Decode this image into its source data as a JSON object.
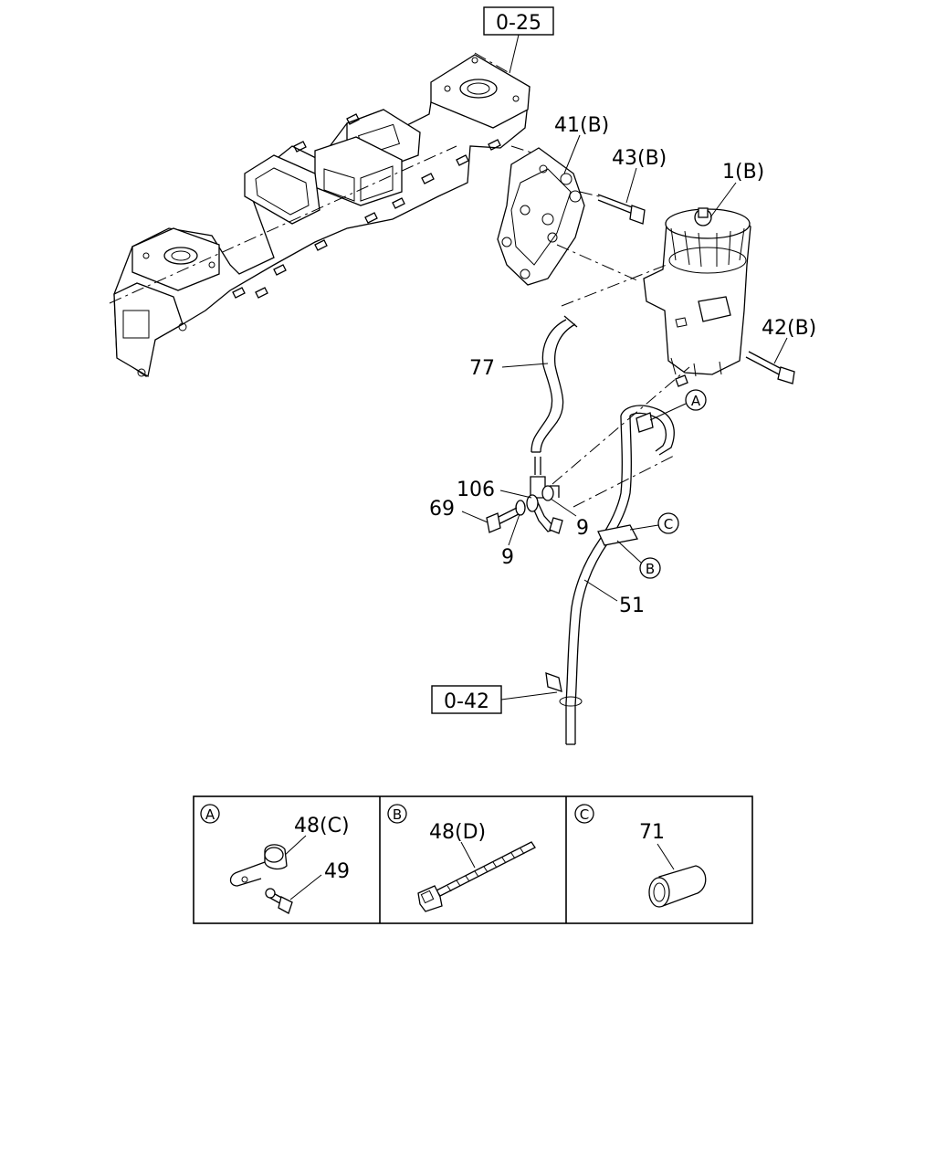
{
  "refs": {
    "ref_top": "0-25",
    "ref_bottom": "0-42"
  },
  "parts": {
    "p41": "41(B)",
    "p43": "43(B)",
    "p1": "1(B)",
    "p42": "42(B)",
    "p77": "77",
    "p106": "106",
    "p69": "69",
    "p9a": "9",
    "p9b": "9",
    "p51": "51"
  },
  "callouts": {
    "a": "A",
    "b": "B",
    "c": "C"
  },
  "details": {
    "a": {
      "tag": "A",
      "labels": [
        "48(C)",
        "49"
      ]
    },
    "b": {
      "tag": "B",
      "labels": [
        "48(D)"
      ]
    },
    "c": {
      "tag": "C",
      "labels": [
        "71"
      ]
    }
  }
}
